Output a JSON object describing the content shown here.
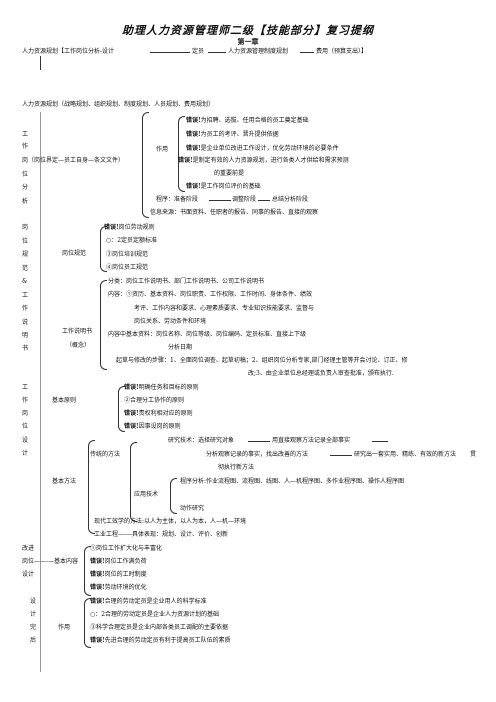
{
  "title": "助理人力资源管理师二级【技能部分】复习提纲",
  "chapter": "第一章",
  "row1": {
    "a": "人力资源规划【工作岗位分析-设计",
    "b": "定员",
    "c": "人力资源管理制度规划",
    "d": "费用（预算支出）】"
  },
  "row2": "人力资源规划（战略规划、组织规划、制度规划、人员规划、费用规划）",
  "left_col1": [
    "工",
    "作",
    "岗（岗位界定—员工自身—条文文件）",
    "位",
    "分",
    "析"
  ],
  "left_col2": [
    "岗",
    "位",
    "规",
    "范",
    "&",
    "工",
    "作",
    "说",
    "明",
    "书"
  ],
  "left_col3": [
    "工",
    "作",
    "岗",
    "位",
    "设",
    "计"
  ],
  "left_col4": [
    "设",
    "计",
    "完",
    "后"
  ],
  "err": "错误!",
  "analysis_role": "作用",
  "analysis_items": [
    "为招聘、选拔、任用合格的员工奠定基础",
    "为员工的考评、晋升提供依据",
    "是企业单位改进工作设计，优化劳动环境的必要条件",
    "是制定有效的人力资源规划，进行各类人才供给和需求预测",
    "的重要前提",
    "是工作岗位评价的基础"
  ],
  "program": {
    "a": "程序：准备阶段",
    "b": "调整阶段",
    "c": "总结分析阶段"
  },
  "info_source": "信息来源：书面资料、任职者的报告、同事的报告、直接的观察",
  "gwgf_label": "岗位规范",
  "gwgf_items": [
    "岗位劳动规则",
    "○：2定员定额标准",
    "③岗位培训规范",
    "④岗位员工规范"
  ],
  "gzsms_label": "工作说明书",
  "gzsms_sub": "（概念）",
  "gzsms_items": [
    "分类：岗位工作说明书、部门工作说明书、公司工作说明书",
    "内容：①资历、基本资料、岗位职责、工作权限、工作时间、身体条件、绩效",
    "考评、工作内容和要求、心理素质要求、专业知识技能要求、监督与",
    "岗位关系、劳动条件和环境",
    "内容中基本资料：岗位名称、岗位等级、岗位编码、定员标准、直接上下级",
    "分析日期",
    "起草与修改的步骤：1、全面岗位调查、起草初稿；2、组织岗位分析专家,部门经理主管等开会讨论、订正、修",
    "改;3、由企业单位总经理或负责人审查批准，颁布执行."
  ],
  "basic_principle": "基本原则",
  "principles": [
    "明确任务和目标的原则",
    "②合理分工协作的原则",
    "责权利相对应的原则",
    "因事设岗的原则"
  ],
  "basic_method": "基本方法",
  "traditional": "传统的方法",
  "trad_items": {
    "a": "研究技术：选择研究对象",
    "b": "用直接观察方法记录全部事实",
    "c": "分析观察记录的事实，找出改善的方法",
    "d": "研究出一套实用、精练、有效的新方法",
    "e": "贯",
    "f": "彻执行新方法",
    "g": "应用技术",
    "h": "程序分析:作业流程图、流程图、线图、人—机程序图、多作业程序图、操作人程序图",
    "i": "动作研究"
  },
  "modern": "现代工效学的方法:以人为主体，以人为本，人—机—环境",
  "industry": "工业工程—-—具体表现：规划、设计、评价、创新",
  "improve": {
    "a": "改进",
    "b": "岗位——-—基本内容",
    "c": "设计",
    "items": [
      "①岗位工作扩大化与丰富化",
      "岗位工作满负荷",
      "岗位的工时制度",
      "劳动环境的优化"
    ]
  },
  "after_role": "作用",
  "after_items": [
    "合理的劳动定员是企业用人的科学标准",
    "○：2合理的劳动定员是企业人力资源计划的基础",
    "③科学合理定员是企业内部各类员工调配的主要依据",
    "先进合理的劳动定员有利于提高员工队伍的素质"
  ]
}
